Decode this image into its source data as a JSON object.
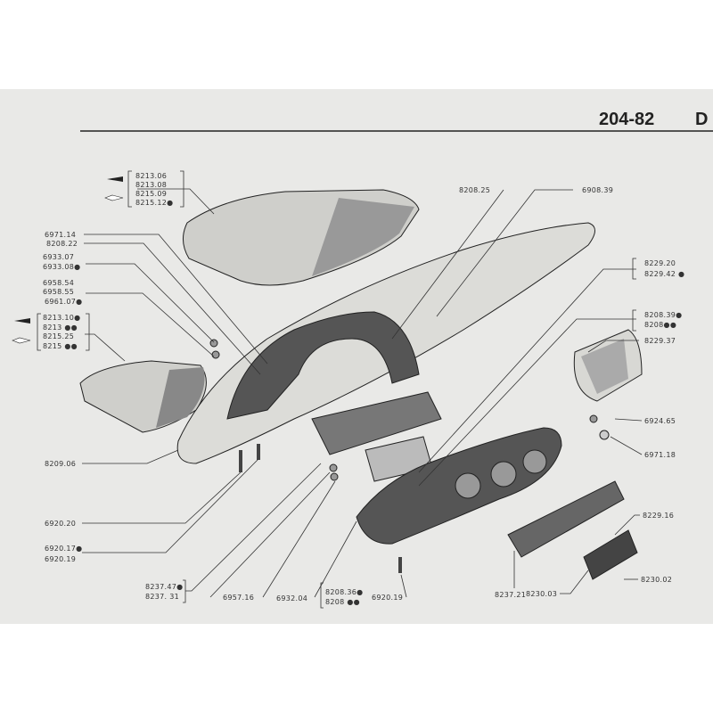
{
  "header": {
    "plate_number": "204-82",
    "section": "D"
  },
  "labels": {
    "top_box": [
      "8213.06",
      "8213.08",
      "8215.09",
      "8215.12●"
    ],
    "l1": "6971.14",
    "l2": "8208.22",
    "l3": [
      "6933.07",
      "6933.08●"
    ],
    "l4": [
      "6958.54",
      "6958.55",
      "6961.07●"
    ],
    "left_box": [
      "8213.10●",
      "8213 ●●",
      "8215.25",
      "8215 ●●"
    ],
    "l5": "8209.06",
    "l6": "6920.20",
    "l7": [
      "6920.17●",
      "6920.19"
    ],
    "l8": [
      "8237.47●",
      "8237. 31"
    ],
    "l9": "6957.16",
    "l10": "6932.04",
    "l11": [
      "8208.36●",
      "8208 ●●"
    ],
    "l12": "6920.19",
    "t1": "8208.25",
    "t2": "6908.39",
    "r1": [
      "8229.20",
      "8229.42 ●"
    ],
    "r2": [
      "8208.39●",
      "8208●●"
    ],
    "r3": "8229.37",
    "r4": "6924.65",
    "r5": "6971.18",
    "r6": "8229.16",
    "r7": "8237.21",
    "r8": "8230.03",
    "r9": "8230.02"
  }
}
